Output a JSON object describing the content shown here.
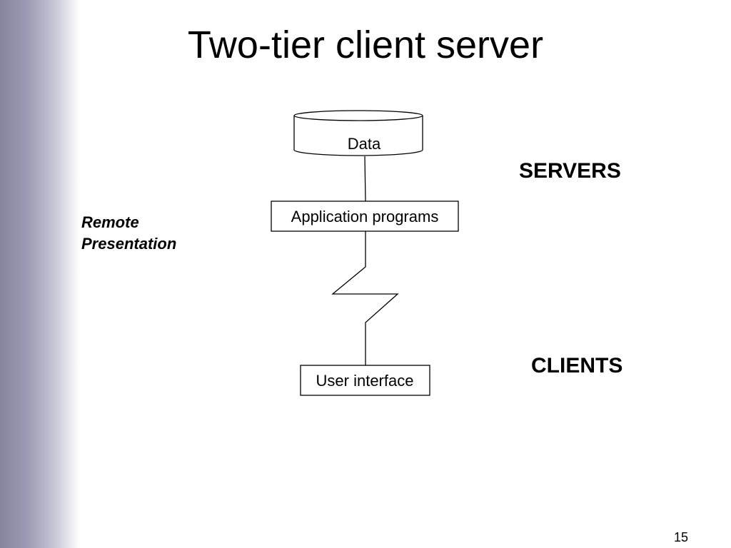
{
  "slide": {
    "title": "Two-tier client server",
    "page_number": "15"
  },
  "diagram": {
    "data_store_label": "Data",
    "application_label": "Application programs",
    "user_interface_label": "User interface"
  },
  "labels": {
    "servers": "SERVERS",
    "clients": "CLIENTS",
    "remote_line1": "Remote",
    "remote_line2": "Presentation"
  }
}
